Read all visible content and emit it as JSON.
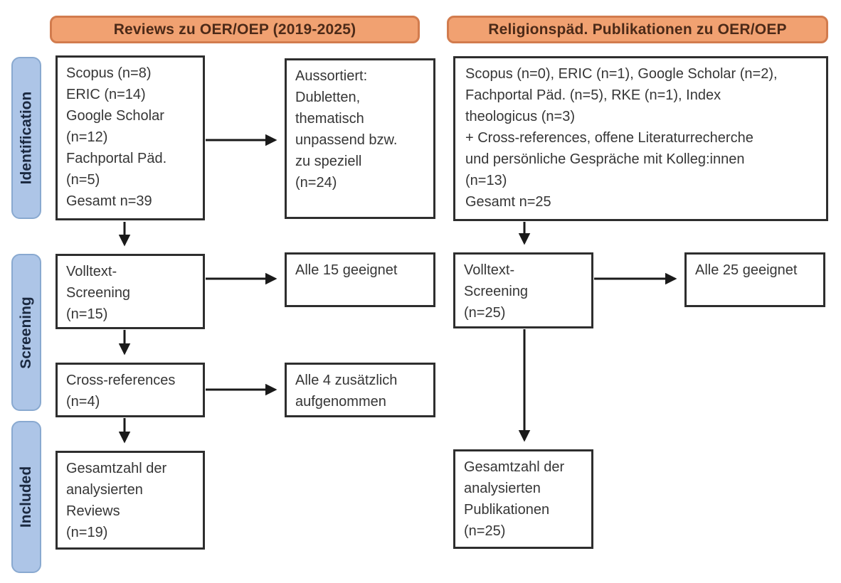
{
  "colors": {
    "background": "#ffffff",
    "header_fill": "#f1a171",
    "header_border": "#d27c4e",
    "header_text": "#4c2a18",
    "label_fill": "#adc5e7",
    "label_border": "#89a9d0",
    "label_text": "#1b2940",
    "box_border": "#2e2e2e",
    "box_text": "#363636",
    "arrow": "#1a1a1a"
  },
  "headers": {
    "left": "Reviews zu OER/OEP (2019-2025)",
    "right": "Religionspäd. Publikationen zu OER/OEP"
  },
  "stages": {
    "identification": "Identification",
    "screening": "Screening",
    "included": "Included"
  },
  "left_column": {
    "sources": [
      "Scopus (n=8)",
      "ERIC (n=14)",
      "Google Scholar",
      "(n=12)",
      "Fachportal Päd.",
      "(n=5)",
      "Gesamt n=39"
    ],
    "excluded": [
      "Aussortiert:",
      "Dubletten,",
      "thematisch",
      "unpassend bzw.",
      "zu speziell",
      "(n=24)"
    ],
    "fulltext": [
      "Volltext-",
      "Screening",
      "(n=15)"
    ],
    "fulltext_result": [
      "Alle 15 geeignet"
    ],
    "crossref": [
      "Cross-references",
      "(n=4)"
    ],
    "crossref_result": [
      "Alle 4 zusätzlich",
      "aufgenommen"
    ],
    "total": [
      "Gesamtzahl der",
      "analysierten",
      "Reviews",
      "(n=19)"
    ]
  },
  "right_column": {
    "sources": [
      "Scopus (n=0), ERIC (n=1), Google Scholar (n=2),",
      "Fachportal Päd. (n=5), RKE (n=1), Index",
      "theologicus (n=3)",
      "+ Cross-references, offene Literaturrecherche",
      "und persönliche Gespräche mit Kolleg:innen",
      "(n=13)",
      "Gesamt n=25"
    ],
    "fulltext": [
      "Volltext-",
      "Screening",
      "(n=25)"
    ],
    "fulltext_result": [
      "Alle 25 geeignet"
    ],
    "total": [
      "Gesamtzahl der",
      "analysierten",
      "Publikationen",
      "(n=25)"
    ]
  }
}
